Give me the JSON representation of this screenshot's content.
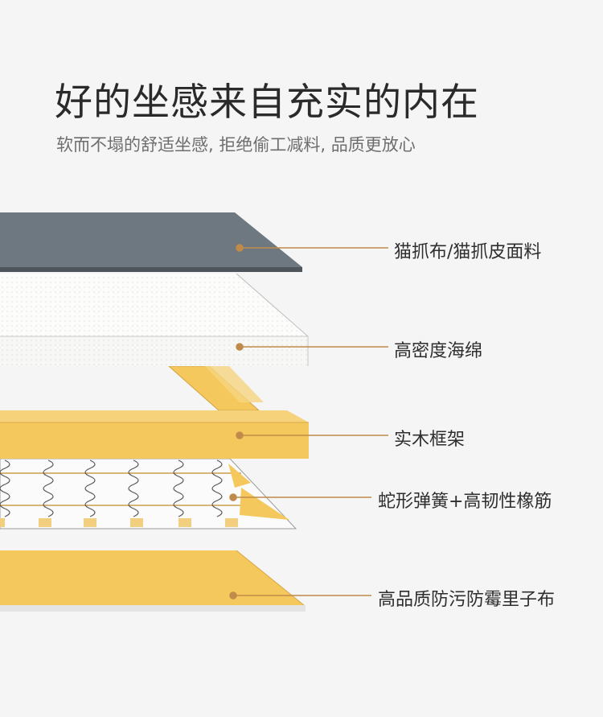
{
  "header": {
    "title": "好的坐感来自充实的内在",
    "subtitle": "软而不塌的舒适坐感, 拒绝偷工减料, 品质更放心"
  },
  "colors": {
    "background": "#f5f5f5",
    "fabric": "#6d7880",
    "sponge": "#fbfaf8",
    "wood": "#f4c85c",
    "leader": "#c08a4a"
  },
  "layers": [
    {
      "id": "fabric",
      "label": "猫抓布/猫抓皮面料"
    },
    {
      "id": "sponge",
      "label": "高密度海绵"
    },
    {
      "id": "frame",
      "label": "实木框架"
    },
    {
      "id": "springs",
      "label": "蛇形弹簧+高韧性橡筋"
    },
    {
      "id": "lining",
      "label": "高品质防污防霉里子布"
    }
  ]
}
